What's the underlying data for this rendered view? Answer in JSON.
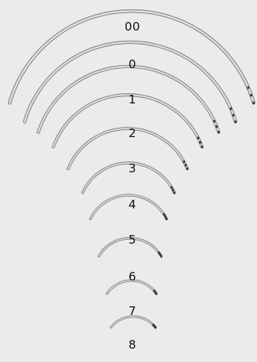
{
  "image": {
    "background_color": "#ebebeb",
    "needle_color": "#b8b8b8",
    "needle_highlight": "#f4f4f4",
    "needle_edge": "#6e6e6e",
    "label_color": "#111111"
  },
  "needles": [
    {
      "size_label": "00"
    },
    {
      "size_label": "0"
    },
    {
      "size_label": "1"
    },
    {
      "size_label": "2"
    },
    {
      "size_label": "3"
    },
    {
      "size_label": "4"
    },
    {
      "size_label": "5"
    },
    {
      "size_label": "6"
    },
    {
      "size_label": "7"
    },
    {
      "size_label": "8"
    }
  ]
}
